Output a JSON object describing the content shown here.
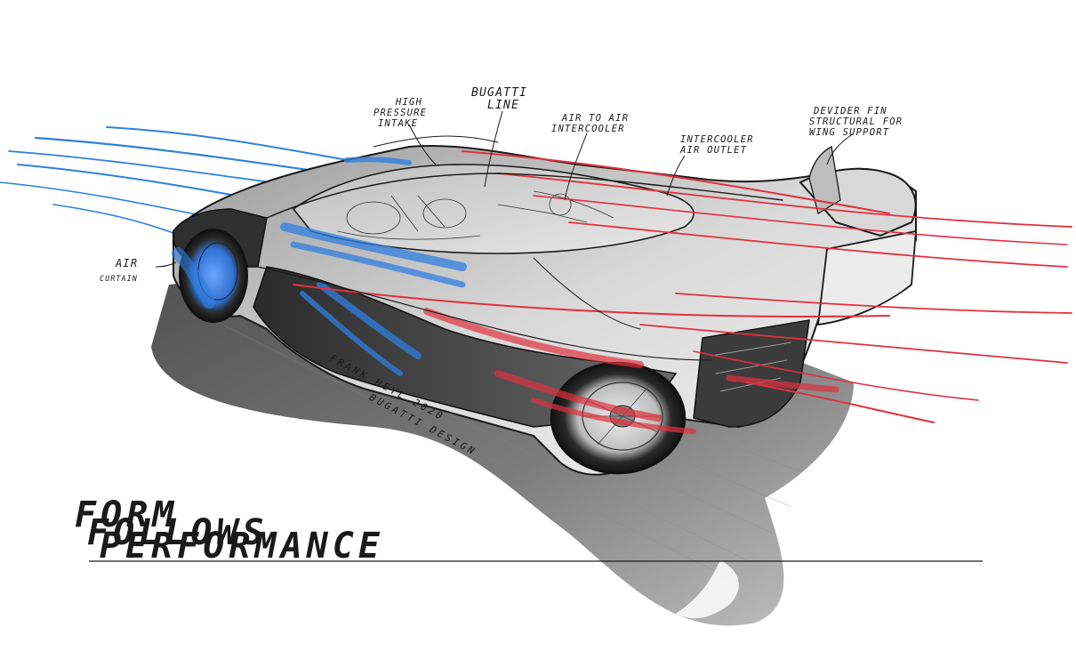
{
  "annotations": {
    "high_pressure_intake": [
      "HIGH",
      "PRESSURE",
      "INTAKE"
    ],
    "bugatti_line": [
      "BUGATTI",
      "LINE"
    ],
    "air_to_air_intercooler": [
      "AIR TO AIR",
      "INTERCOOLER"
    ],
    "intercooler_air_outlet": [
      "INTERCOOLER",
      "AIR OUTLET"
    ],
    "devider_fin": [
      "DEVIDER FIN",
      "STRUCTURAL FOR",
      "WING SUPPORT"
    ],
    "air_curtain": [
      "AIR",
      "CURTAIN"
    ]
  },
  "tagline": [
    "FORM",
    "FOLLOWS",
    "PERFORMANCE"
  ],
  "signature": [
    "FRANK HEYL 2020",
    "BUGATTI DESIGN"
  ],
  "colors": {
    "cold_air_flow": "#2f7fe0",
    "hot_air_flow": "#e0303e",
    "ink": "#1a1a1a",
    "shadow": "#5a5a5a",
    "background": "#ffffff"
  }
}
